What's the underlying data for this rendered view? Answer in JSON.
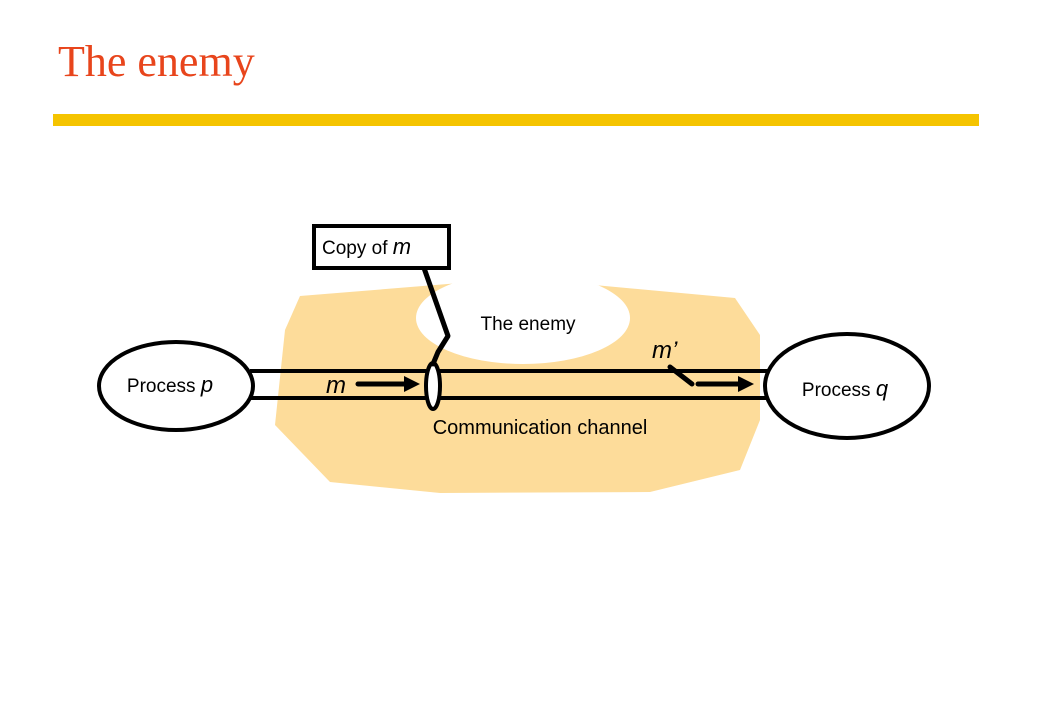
{
  "slide": {
    "title": "The enemy",
    "accent_color": "#f5c400",
    "title_color": "#e8451c"
  },
  "diagram": {
    "process_p": {
      "prefix": "Process ",
      "var": "p"
    },
    "process_q": {
      "prefix": "Process ",
      "var": "q"
    },
    "enemy_label": "The enemy",
    "channel_label": "Communication channel",
    "copy_box": {
      "prefix": "Copy of ",
      "var": "m"
    },
    "message_m": "m",
    "message_m_prime": "m’",
    "region_color": "#fddc9a"
  }
}
